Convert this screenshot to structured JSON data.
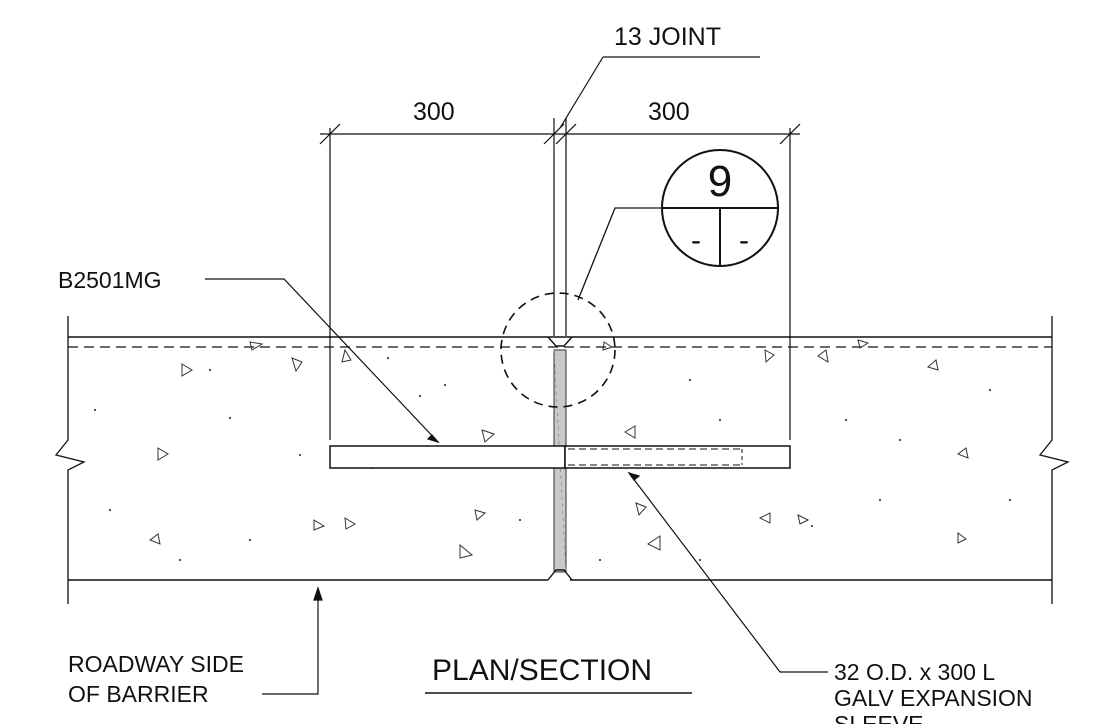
{
  "drawing": {
    "joint_label": "13 JOINT",
    "dim_left": "300",
    "dim_right": "300",
    "detail_ref": {
      "number": "9",
      "sheet_left": "-",
      "sheet_right": "-"
    },
    "bar_label": "B2501MG",
    "roadway_label": [
      "ROADWAY SIDE",
      "OF BARRIER"
    ],
    "sleeve_label": [
      "32 O.D. x 300 L",
      "GALV EXPANSION",
      "SLEEVE"
    ],
    "view_title": "PLAN/SECTION"
  }
}
